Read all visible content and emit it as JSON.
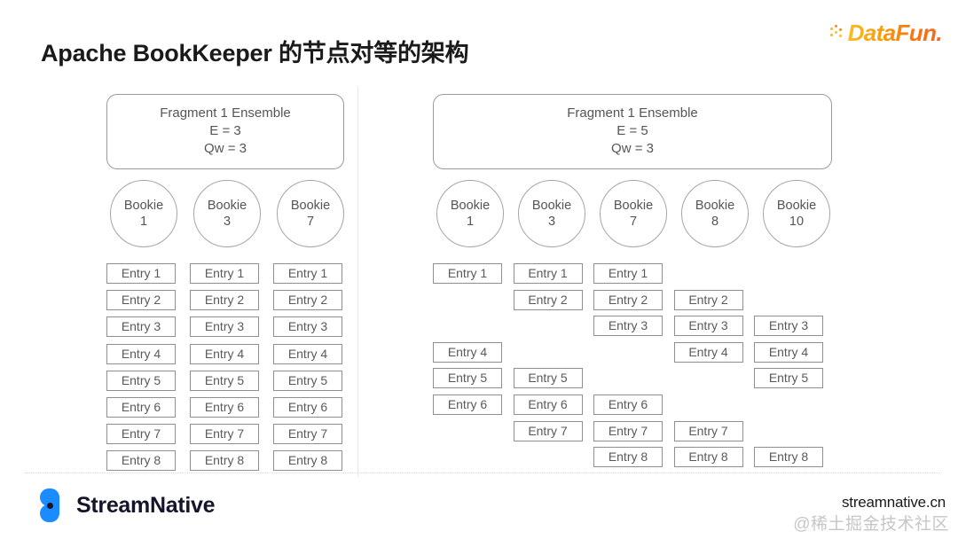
{
  "header": {
    "title": "Apache BookKeeper 的节点对等的架构",
    "logo": {
      "name": "datafun-logo",
      "text": "DataFun.",
      "color": "#f39200"
    }
  },
  "diagrams": [
    {
      "id": "left",
      "ensemble": {
        "title": "Fragment 1 Ensemble",
        "e": "E = 3",
        "qw": "Qw = 3"
      },
      "bookies": [
        {
          "label": "Bookie",
          "id": "1"
        },
        {
          "label": "Bookie",
          "id": "3"
        },
        {
          "label": "Bookie",
          "id": "7"
        }
      ],
      "columns": [
        {
          "bookie": "1",
          "entries": [
            {
              "label": "Entry 1",
              "row": 1
            },
            {
              "label": "Entry 2",
              "row": 2
            },
            {
              "label": "Entry 3",
              "row": 3
            },
            {
              "label": "Entry 4",
              "row": 4
            },
            {
              "label": "Entry 5",
              "row": 5
            },
            {
              "label": "Entry 6",
              "row": 6
            },
            {
              "label": "Entry 7",
              "row": 7
            },
            {
              "label": "Entry 8",
              "row": 8
            }
          ]
        },
        {
          "bookie": "3",
          "entries": [
            {
              "label": "Entry 1",
              "row": 1
            },
            {
              "label": "Entry 2",
              "row": 2
            },
            {
              "label": "Entry 3",
              "row": 3
            },
            {
              "label": "Entry 4",
              "row": 4
            },
            {
              "label": "Entry 5",
              "row": 5
            },
            {
              "label": "Entry 6",
              "row": 6
            },
            {
              "label": "Entry 7",
              "row": 7
            },
            {
              "label": "Entry 8",
              "row": 8
            }
          ]
        },
        {
          "bookie": "7",
          "entries": [
            {
              "label": "Entry 1",
              "row": 1
            },
            {
              "label": "Entry 2",
              "row": 2
            },
            {
              "label": "Entry 3",
              "row": 3
            },
            {
              "label": "Entry 4",
              "row": 4
            },
            {
              "label": "Entry 5",
              "row": 5
            },
            {
              "label": "Entry 6",
              "row": 6
            },
            {
              "label": "Entry 7",
              "row": 7
            },
            {
              "label": "Entry 8",
              "row": 8
            }
          ]
        }
      ]
    },
    {
      "id": "right",
      "ensemble": {
        "title": "Fragment 1 Ensemble",
        "e": "E = 5",
        "qw": "Qw = 3"
      },
      "bookies": [
        {
          "label": "Bookie",
          "id": "1"
        },
        {
          "label": "Bookie",
          "id": "3"
        },
        {
          "label": "Bookie",
          "id": "7"
        },
        {
          "label": "Bookie",
          "id": "8"
        },
        {
          "label": "Bookie",
          "id": "10"
        }
      ],
      "columns": [
        {
          "bookie": "1",
          "entries": [
            {
              "label": "Entry 1",
              "row": 1
            },
            {
              "label": "Entry 4",
              "row": 4
            },
            {
              "label": "Entry 5",
              "row": 5
            },
            {
              "label": "Entry 6",
              "row": 6
            }
          ]
        },
        {
          "bookie": "3",
          "entries": [
            {
              "label": "Entry 1",
              "row": 1
            },
            {
              "label": "Entry 2",
              "row": 2
            },
            {
              "label": "Entry 5",
              "row": 5
            },
            {
              "label": "Entry 6",
              "row": 6
            },
            {
              "label": "Entry 7",
              "row": 7
            }
          ]
        },
        {
          "bookie": "7",
          "entries": [
            {
              "label": "Entry 1",
              "row": 1
            },
            {
              "label": "Entry 2",
              "row": 2
            },
            {
              "label": "Entry 3",
              "row": 3
            },
            {
              "label": "Entry 6",
              "row": 6
            },
            {
              "label": "Entry 7",
              "row": 7
            },
            {
              "label": "Entry 8",
              "row": 8
            }
          ]
        },
        {
          "bookie": "8",
          "entries": [
            {
              "label": "Entry 2",
              "row": 2
            },
            {
              "label": "Entry 3",
              "row": 3
            },
            {
              "label": "Entry 4",
              "row": 4
            },
            {
              "label": "Entry 7",
              "row": 7
            },
            {
              "label": "Entry 8",
              "row": 8
            }
          ]
        },
        {
          "bookie": "10",
          "entries": [
            {
              "label": "Entry 3",
              "row": 3
            },
            {
              "label": "Entry 4",
              "row": 4
            },
            {
              "label": "Entry 5",
              "row": 5
            },
            {
              "label": "Entry 8",
              "row": 8
            }
          ]
        }
      ]
    }
  ],
  "footer": {
    "brand": "StreamNative",
    "url": "streamnative.cn",
    "watermark": "@稀土掘金技术社区"
  }
}
